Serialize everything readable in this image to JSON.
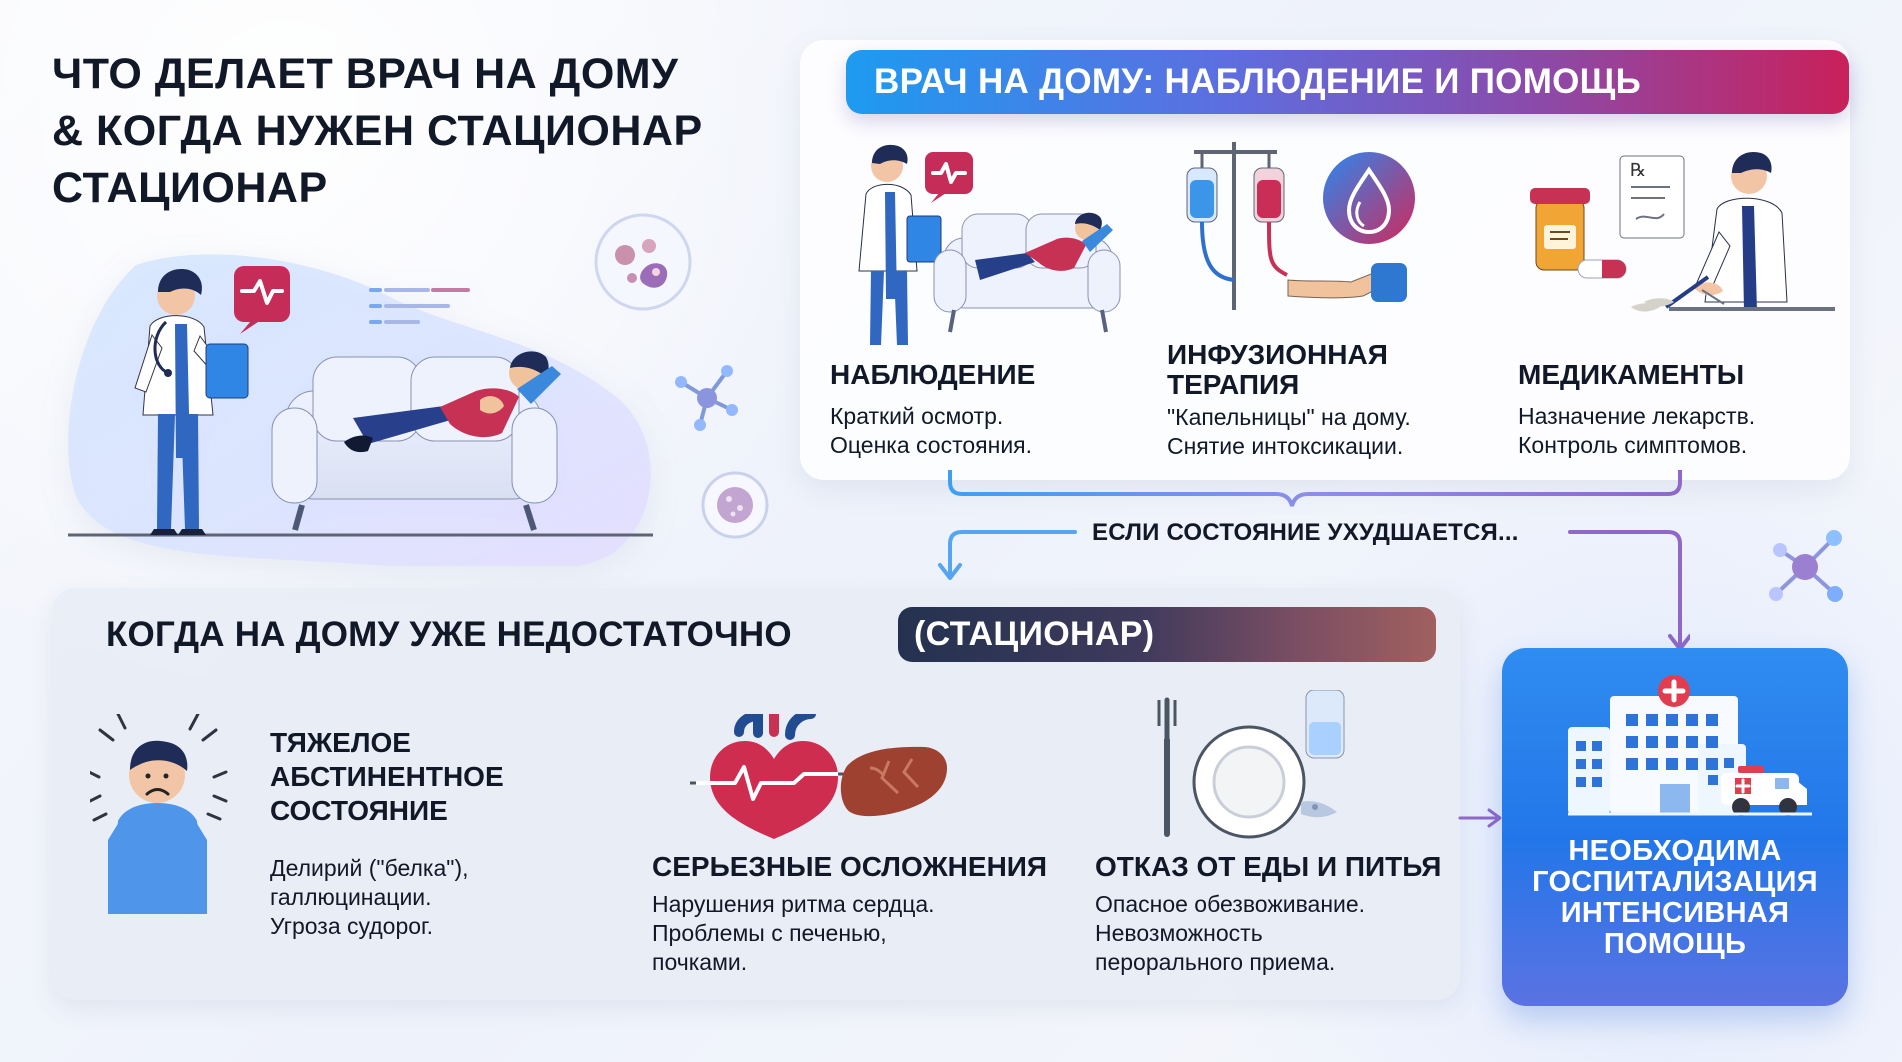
{
  "page": {
    "title": "ЧТО ДЕЛАЕТ ВРАЧ НА ДОМУ\n& КОГДА НУЖЕН СТАЦИОНАР\nСТАЦИОНАР"
  },
  "home_care": {
    "banner": "ВРАЧ НА ДОМУ: НАБЛЮДЕНИЕ И ПОМОЩЬ",
    "cards": [
      {
        "title": "НАБЛЮДЕНИЕ",
        "description": "Краткий осмотр.\nОценка состояния.",
        "icon": "doctor-patient-sofa-icon"
      },
      {
        "title": "ИНФУЗИОННАЯ\nТЕРАПИЯ",
        "description": "\"Капельницы\" на дому.\nСнятие интоксикации.",
        "icon": "iv-drip-icon"
      },
      {
        "title": "МЕДИКАМЕНТЫ",
        "description": "Назначение лекарств.\nКонтроль симптомов.",
        "icon": "medications-doctor-icon"
      }
    ]
  },
  "flow": {
    "text": "ЕСЛИ СОСТОЯНИЕ УХУДШАЕТСЯ..."
  },
  "hospital_section": {
    "heading": "КОГДА НА ДОМУ УЖЕ НЕДОСТАТОЧНО",
    "pill": "(СТАЦИОНАР)",
    "cards": [
      {
        "title": "ТЯЖЕЛОЕ\nАБСТИНЕНТНОЕ\nСОСТОЯНИЕ",
        "description": "Делирий (\"белка\"),\nгаллюцинации.\nУгроза судорог.",
        "icon": "distressed-person-icon"
      },
      {
        "title": "СЕРЬЕЗНЫЕ ОСЛОЖНЕНИЯ",
        "description": "Нарушения ритма сердца.\nПроблемы с печенью,\nпочками.",
        "icon": "heart-liver-icon"
      },
      {
        "title": "ОТКАЗ ОТ ЕДЫ И ПИТЬЯ",
        "description": "Опасное обезвоживание.\nНевозможность\nперорального приема.",
        "icon": "food-water-refusal-icon"
      }
    ],
    "result": "НЕОБХОДИМА\nГОСПИТАЛИЗАЦИЯ\nИНТЕНСИВНАЯ\nПОМОЩЬ"
  },
  "decor": {
    "microbe_icon": "microbe-icon",
    "network_icon": "molecule-network-icon",
    "hospital_icon": "hospital-ambulance-icon"
  },
  "colors": {
    "banner_gradient": [
      "#1d9bf0",
      "#5c6fe1",
      "#8d49a8",
      "#c9205a"
    ],
    "pill_gradient": [
      "#24324f",
      "#3f3a5c",
      "#7a4e63",
      "#a0605f"
    ],
    "hospital_blue": "#2376e9",
    "accent_purple": "#8b6dcf",
    "accent_red": "#c63154"
  }
}
